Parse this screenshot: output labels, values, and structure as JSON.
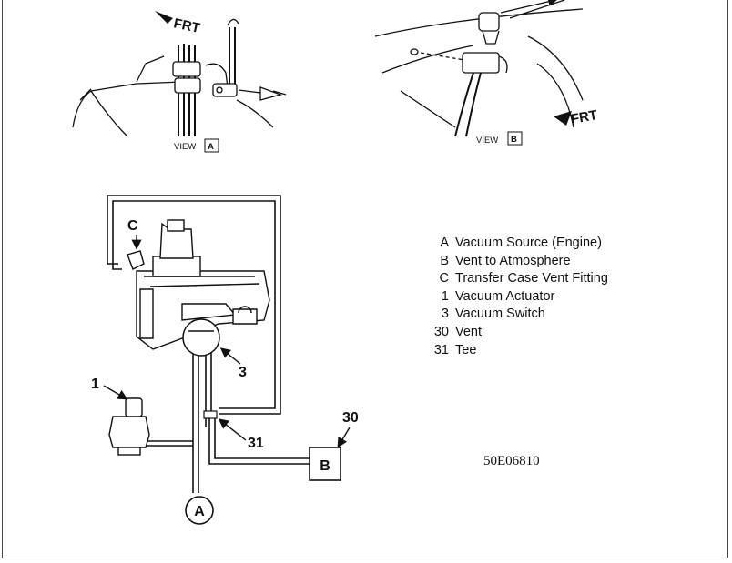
{
  "view_a": {
    "label": "VIEW",
    "letter": "A",
    "direction": "FRT"
  },
  "view_b": {
    "label": "VIEW",
    "letter": "B",
    "direction": "FRT"
  },
  "callouts": {
    "c": "C",
    "one": "1",
    "three": "3",
    "thirty": "30",
    "thirtyone": "31",
    "a": "A",
    "b": "B"
  },
  "legend": [
    {
      "key": "A",
      "text": "Vacuum Source (Engine)"
    },
    {
      "key": "B",
      "text": "Vent to Atmosphere"
    },
    {
      "key": "C",
      "text": "Transfer Case Vent Fitting"
    },
    {
      "key": "1",
      "text": "Vacuum Actuator"
    },
    {
      "key": "3",
      "text": "Vacuum Switch"
    },
    {
      "key": "30",
      "text": "Vent"
    },
    {
      "key": "31",
      "text": "Tee"
    }
  ],
  "figure_code": "50E06810"
}
